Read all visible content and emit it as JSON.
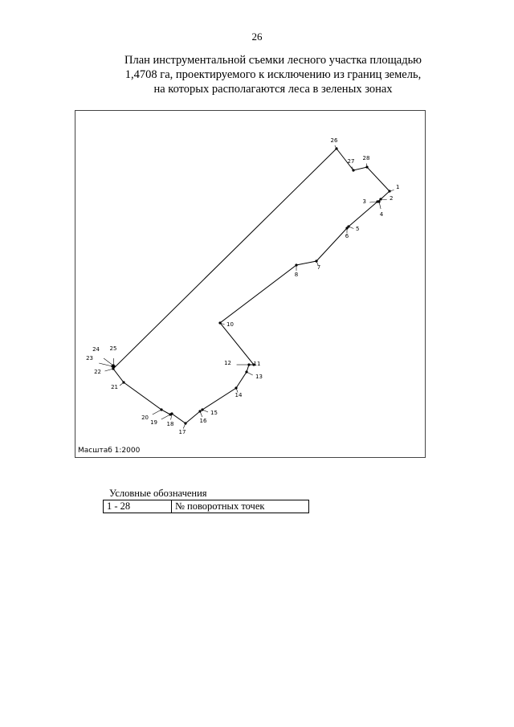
{
  "page_number": "26",
  "title_lines": [
    "План инструментальной съемки лесного участка площадью",
    "1,4708 га, проектируемого к исключению из границ земель,",
    "на которых располагаются леса в зеленых зонах"
  ],
  "map": {
    "scale_label": "Масштаб 1:2000",
    "point_labels": [
      "1",
      "2",
      "3",
      "4",
      "5",
      "6",
      "7",
      "8",
      "10",
      "11",
      "12",
      "13",
      "14",
      "15",
      "16",
      "17",
      "18",
      "19",
      "20",
      "21",
      "22",
      "23",
      "24",
      "25",
      "26",
      "27",
      "28"
    ]
  },
  "legend": {
    "title": "Условные обозначения",
    "rows": [
      {
        "symbol": "1 - 28",
        "meaning": "№ поворотных точек"
      }
    ]
  }
}
